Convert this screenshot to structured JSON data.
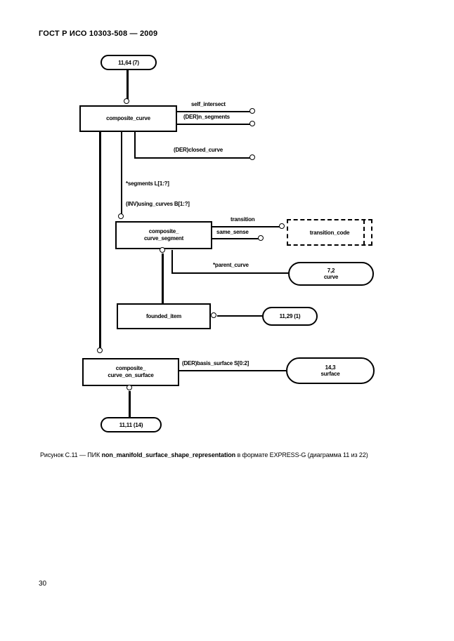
{
  "header": {
    "title": "ГОСТ Р ИСО 10303-508 — 2009"
  },
  "footer": {
    "page_number": "30"
  },
  "caption": {
    "prefix": "Рисунок С.11 — ПИК ",
    "entity": "non_manifold_surface_shape_representation",
    "suffix": " в формате EXPRESS-G (диаграмма 11 из 22)"
  },
  "diagram": {
    "notation": "EXPRESS-G",
    "entities": {
      "composite_curve": "composite_curve",
      "composite_curve_segment_l1": "composite_",
      "composite_curve_segment_l2": "curve_segment",
      "founded_item": "founded_item",
      "composite_curve_on_surface_l1": "composite_",
      "composite_curve_on_surface_l2": "curve_on_surface"
    },
    "types": {
      "transition_code": "transition_code"
    },
    "page_refs": {
      "top": "11,64 (7)",
      "curve_l1": "7,2",
      "curve_l2": "curve",
      "founded_item_ref": "11,29 (1)",
      "surface_l1": "14,3",
      "surface_l2": "surface",
      "bottom": "11,11 (14)"
    },
    "attributes": {
      "self_intersect": "self_intersect",
      "n_segments": "(DER)n_segments",
      "closed_curve": "(DER)closed_curve",
      "segments": "*segments L[1:?]",
      "using_curves": "(INV)using_curves B[1:?]",
      "transition": "transition",
      "same_sense": "same_sense",
      "parent_curve": "*parent_curve",
      "basis_surface": "(DER)basis_surface S[0:2]"
    }
  }
}
